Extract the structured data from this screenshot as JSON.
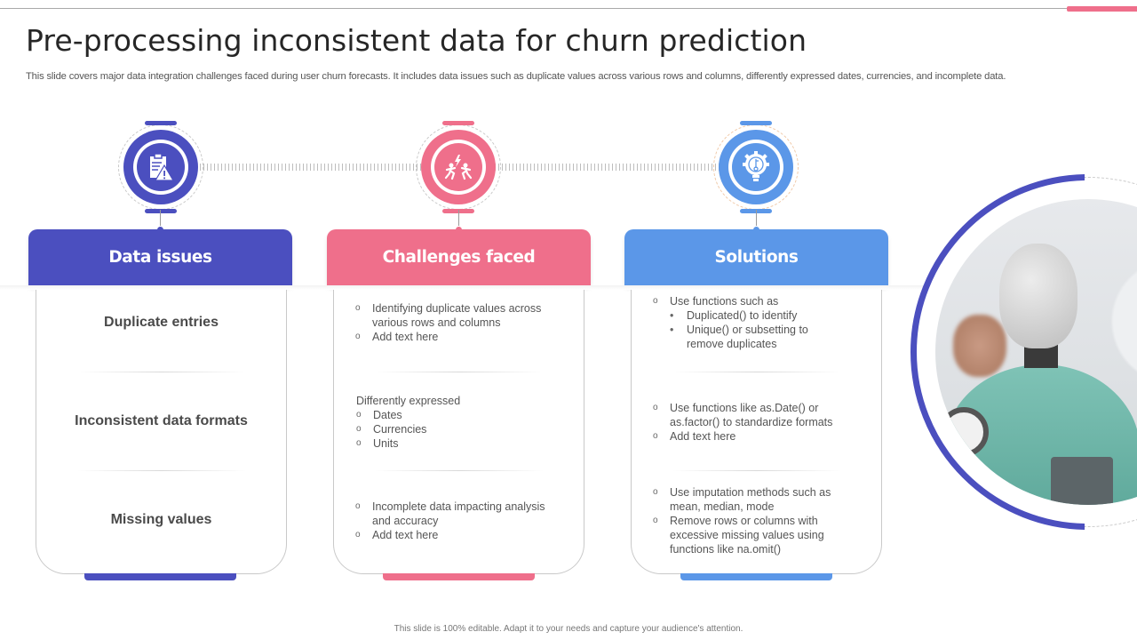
{
  "slide": {
    "title": "Pre-processing inconsistent data for churn prediction",
    "subtitle": "This slide covers major data integration challenges faced during user churn forecasts. It includes data issues such as duplicate values across various rows and columns, differently expressed dates, currencies, and incomplete data.",
    "footer": "This slide is 100% editable.  Adapt it to your needs and capture your audience's attention."
  },
  "colors": {
    "data_issues": "#4b4fbf",
    "challenges": "#ef6f8b",
    "solutions": "#5b97e8",
    "top_accent": "#ef6f8b"
  },
  "columns": [
    {
      "header": "Data issues",
      "icon": "clipboard-warning-icon"
    },
    {
      "header": "Challenges faced",
      "icon": "conflict-people-icon"
    },
    {
      "header": "Solutions",
      "icon": "gear-lightbulb-key-icon"
    }
  ],
  "data_issues": [
    "Duplicate entries",
    "Inconsistent data formats",
    "Missing values"
  ],
  "challenges": {
    "row1": {
      "b1": "Identifying duplicate values across",
      "b1_cont": "various rows and columns",
      "b2": "Add text here"
    },
    "row2": {
      "lead": "Differently expressed",
      "items": [
        "Dates",
        "Currencies",
        "Units"
      ]
    },
    "row3": {
      "b1": "Incomplete data impacting analysis",
      "b1_cont": "and accuracy",
      "b2": "Add text here"
    }
  },
  "solutions": {
    "row1": {
      "b1": "Use functions such as",
      "sub1": "Duplicated() to identify",
      "sub2": "Unique()  or subsetting to",
      "sub2_cont": "remove  duplicates"
    },
    "row2": {
      "b1": "Use functions like as.Date() or",
      "b1_cont": "as.factor() to standardize formats",
      "b2": "Add text here"
    },
    "row3": {
      "b1": "Use imputation methods such as",
      "b1_cont": "mean, median, mode",
      "b2": "Remove  rows or columns with",
      "b2_cont1": "excessive missing values  using",
      "b2_cont2": "functions like na.omit()"
    }
  },
  "bullets": {
    "hollow": "o",
    "filled": "•"
  }
}
